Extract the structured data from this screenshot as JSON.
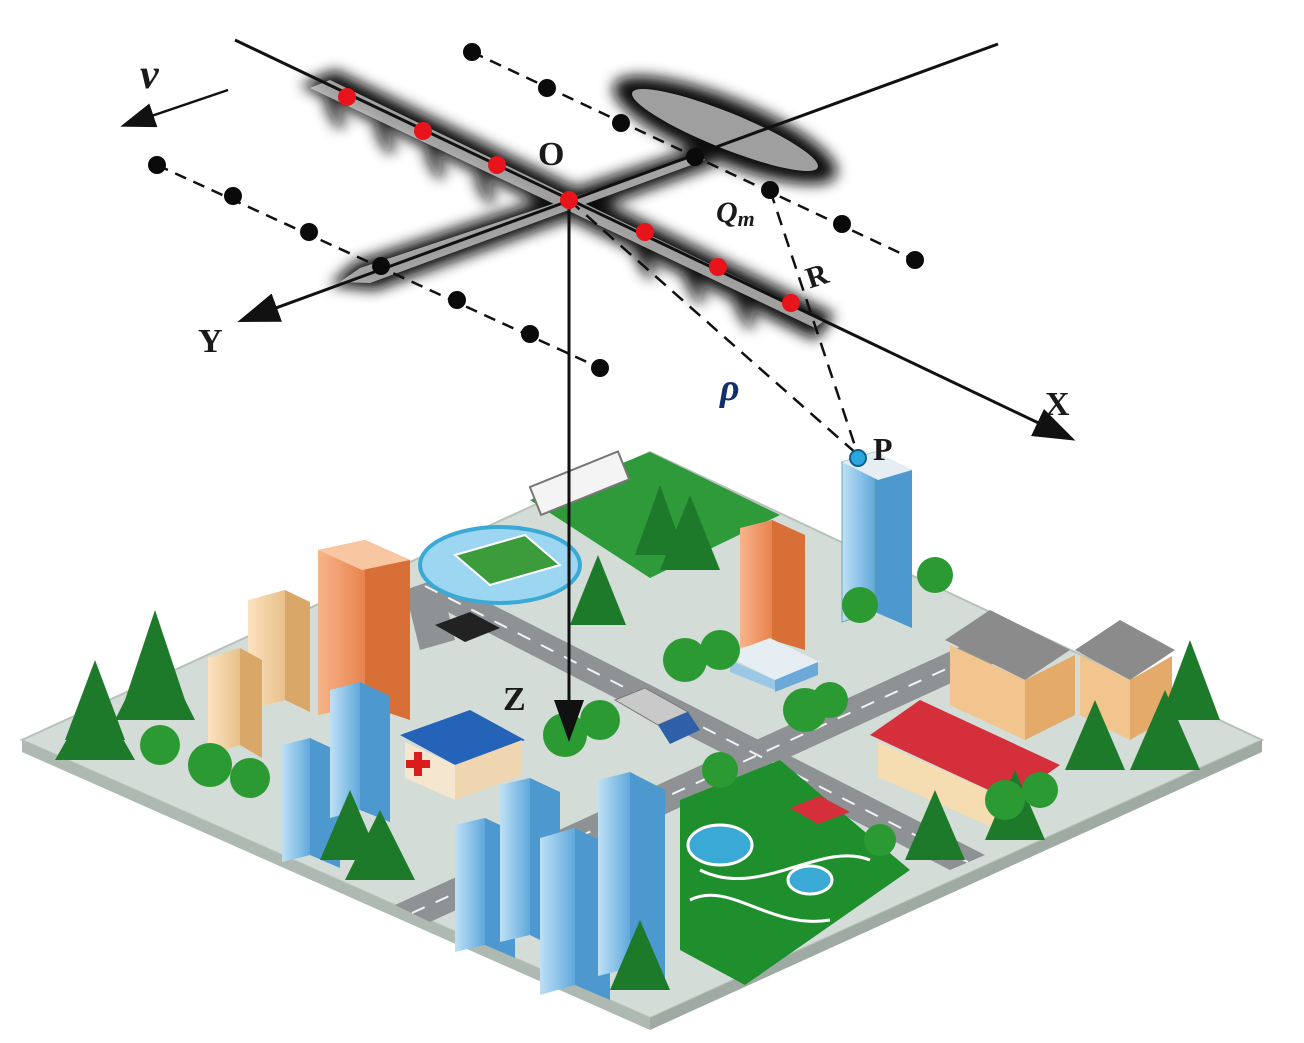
{
  "labels": {
    "velocity": "v",
    "origin": "O",
    "y_axis": "Y",
    "x_axis": "X",
    "z_axis": "Z",
    "point": "P",
    "radius": "R",
    "rho": "ρ",
    "qm_main": "Q",
    "qm_sub": "m"
  },
  "colors": {
    "axis": "#111111",
    "array_element": "#e8141c",
    "aux_element": "#0a0a0a",
    "target_point": "#2aa7e0",
    "rho_label": "#10306e",
    "ground": "#d3dcd6",
    "road": "#8e9294",
    "grass": "#1f8f2e",
    "tree": "#1d7a2a"
  },
  "icons": [
    "aircraft-silhouette",
    "stadium-icon",
    "hospital-icon",
    "car-icon",
    "truck-icon",
    "park-pond-icon",
    "tree-icon",
    "skyscraper-icon",
    "house-icon"
  ]
}
